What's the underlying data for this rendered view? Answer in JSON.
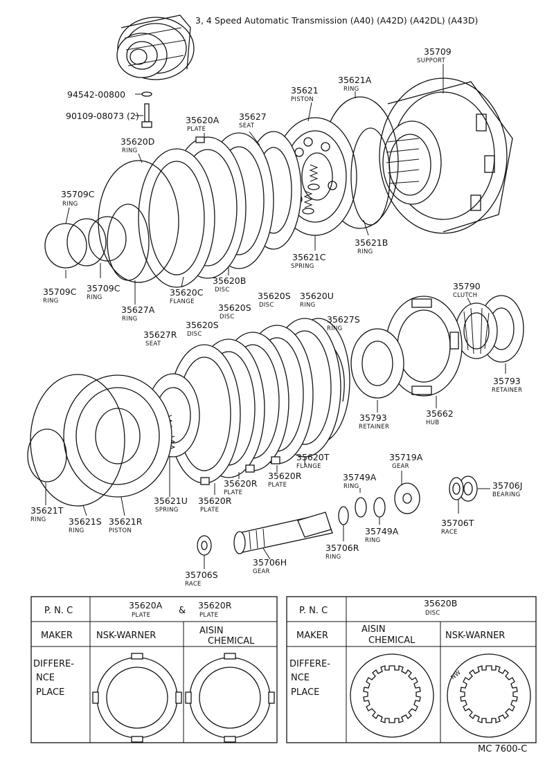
{
  "title": "3, 4 Speed Automatic Transmission (A40) (A42D) (A42DL) (A43D)",
  "footer": "MC 7600-C",
  "callouts": {
    "c35709": {
      "number": "35709",
      "name": "SUPPORT"
    },
    "c35621A": {
      "number": "35621A",
      "name": "RING"
    },
    "c35621": {
      "number": "35621",
      "name": "PISTON"
    },
    "c94542": {
      "number": "94542-00800",
      "name": ""
    },
    "c90109": {
      "number": "90109-08073 (2)",
      "name": ""
    },
    "c35620A": {
      "number": "35620A",
      "name": "PLATE"
    },
    "c35627": {
      "number": "35627",
      "name": "SEAT"
    },
    "c35620D": {
      "number": "35620D",
      "name": "RING"
    },
    "c35709C_a": {
      "number": "35709C",
      "name": "RING"
    },
    "c35621B": {
      "number": "35621B",
      "name": "RING"
    },
    "c35621C": {
      "number": "35621C",
      "name": "SPRING"
    },
    "c35709C_b": {
      "number": "35709C",
      "name": "RING"
    },
    "c35709C_c": {
      "number": "35709C",
      "name": "RING"
    },
    "c35620C": {
      "number": "35620C",
      "name": "FLANGE"
    },
    "c35620B": {
      "number": "35620B",
      "name": "DISC"
    },
    "c35627A": {
      "number": "35627A",
      "name": "RING"
    },
    "c35620S_a": {
      "number": "35620S",
      "name": "DISC"
    },
    "c35620U": {
      "number": "35620U",
      "name": "RING"
    },
    "c35790": {
      "number": "35790",
      "name": "CLUTCH"
    },
    "c35620S_b": {
      "number": "35620S",
      "name": "DISC"
    },
    "c35627S": {
      "number": "35627S",
      "name": "RING"
    },
    "c35620S_c": {
      "number": "35620S",
      "name": "DISC"
    },
    "c35627R": {
      "number": "35627R",
      "name": "SEAT"
    },
    "c35793_a": {
      "number": "35793",
      "name": "RETAINER"
    },
    "c35793_b": {
      "number": "35793",
      "name": "RETAINER"
    },
    "c35662": {
      "number": "35662",
      "name": "HUB"
    },
    "c35620T": {
      "number": "35620T",
      "name": "FLANGE"
    },
    "c35719A": {
      "number": "35719A",
      "name": "GEAR"
    },
    "c35749A_a": {
      "number": "35749A",
      "name": "RING"
    },
    "c35706J": {
      "number": "35706J",
      "name": "BEARING"
    },
    "c35620R_a": {
      "number": "35620R",
      "name": "PLATE"
    },
    "c35620R_b": {
      "number": "35620R",
      "name": "PLATE"
    },
    "c35620R_c": {
      "number": "35620R",
      "name": "PLATE"
    },
    "c35621T": {
      "number": "35621T",
      "name": "RING"
    },
    "c35621S": {
      "number": "35621S",
      "name": "RING"
    },
    "c35621R": {
      "number": "35621R",
      "name": "PISTON"
    },
    "c35621U": {
      "number": "35621U",
      "name": "SPRING"
    },
    "c35749A_b": {
      "number": "35749A",
      "name": "RING"
    },
    "c35706T": {
      "number": "35706T",
      "name": "RACE"
    },
    "c35706R": {
      "number": "35706R",
      "name": "RING"
    },
    "c35706H": {
      "number": "35706H",
      "name": "GEAR"
    },
    "c35706S": {
      "number": "35706S",
      "name": "RACE"
    }
  },
  "table_left": {
    "pnc_label": "P. N. C",
    "part1": {
      "number": "35620A",
      "name": "PLATE"
    },
    "amp": "&",
    "part2": {
      "number": "35620R",
      "name": "PLATE"
    },
    "maker_label": "MAKER",
    "maker1": "NSK-WARNER",
    "maker2_line1": "AISIN",
    "maker2_line2": "CHEMICAL",
    "diff_line1": "DIFFERE-",
    "diff_line2": "NCE",
    "diff_line3": "PLACE"
  },
  "table_right": {
    "pnc_label": "P. N. C",
    "part": {
      "number": "35620B",
      "name": "DISC"
    },
    "maker_label": "MAKER",
    "maker1_line1": "AISIN",
    "maker1_line2": "CHEMICAL",
    "maker2": "NSK-WARNER",
    "diff_line1": "DIFFERE-",
    "diff_line2": "NCE",
    "diff_line3": "PLACE",
    "marking": "NW"
  }
}
